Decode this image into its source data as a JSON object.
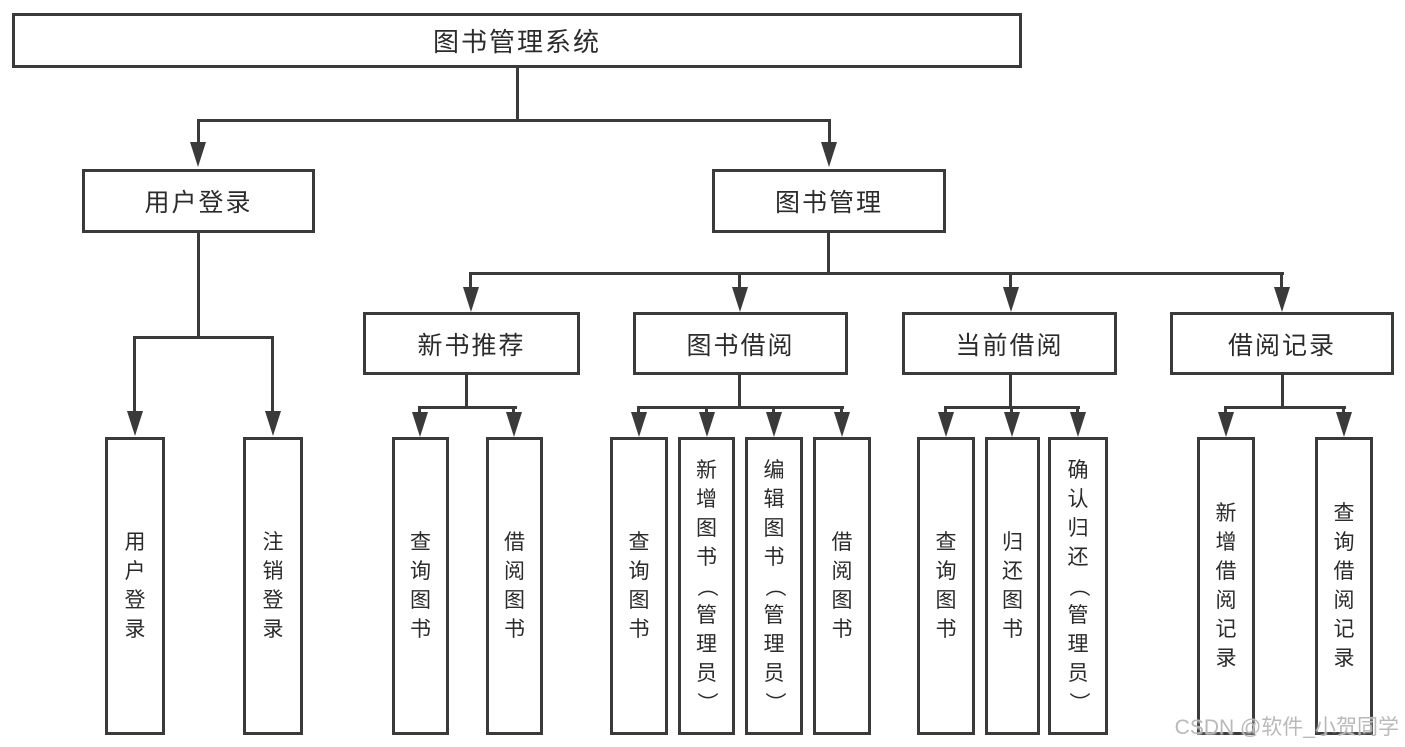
{
  "diagram": {
    "root": {
      "label": "图书管理系统"
    },
    "level2": [
      {
        "label": "用户登录"
      },
      {
        "label": "图书管理"
      }
    ],
    "level3": [
      {
        "label": "新书推荐"
      },
      {
        "label": "图书借阅"
      },
      {
        "label": "当前借阅"
      },
      {
        "label": "借阅记录"
      }
    ],
    "leaves": {
      "login": [
        {
          "label": "用户登录"
        },
        {
          "label": "注销登录"
        }
      ],
      "newbook": [
        {
          "label": "查询图书"
        },
        {
          "label": "借阅图书"
        }
      ],
      "borrow": [
        {
          "label": "查询图书"
        },
        {
          "label": "新增图书（管理员）"
        },
        {
          "label": "编辑图书（管理员）"
        },
        {
          "label": "借阅图书"
        }
      ],
      "current": [
        {
          "label": "查询图书"
        },
        {
          "label": "归还图书"
        },
        {
          "label": "确认归还（管理员）"
        }
      ],
      "records": [
        {
          "label": "新增借阅记录"
        },
        {
          "label": "查询借阅记录"
        }
      ]
    },
    "watermark": "CSDN @软件_小贺同学",
    "colors": {
      "line": "#3a3a3a",
      "text": "#2b2b2b",
      "watermark": "#b9b9b9",
      "background": "#ffffff"
    }
  }
}
